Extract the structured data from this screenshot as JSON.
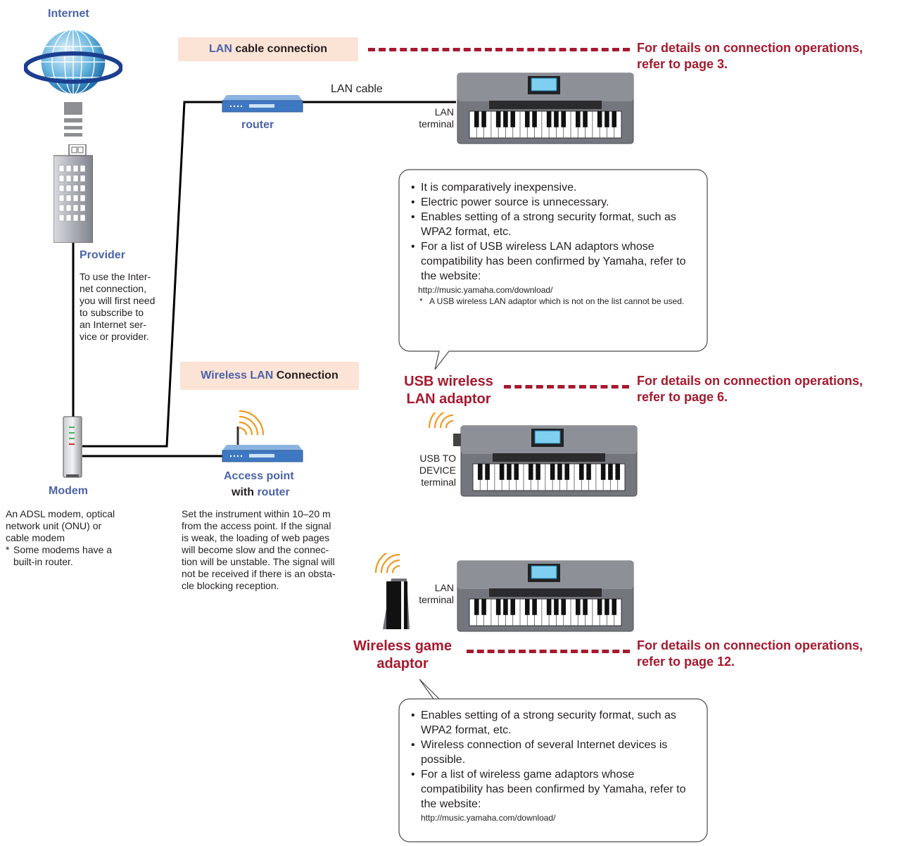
{
  "internet": {
    "label": "Internet"
  },
  "provider": {
    "label": "Provider",
    "text": [
      "To use the Inter-",
      "net connection,",
      "you will first need",
      "to subscribe to",
      "an Internet ser-",
      "vice or provider."
    ]
  },
  "modem": {
    "label": "Modem",
    "text": [
      "An ADSL modem, optical",
      "network unit (ONU) or",
      "cable modem"
    ],
    "note": [
      "Some modems have a",
      "built-in router."
    ]
  },
  "lan_section": {
    "tag_part1": "LAN",
    "tag_part2": " cable connection",
    "details": [
      "For details on connection operations,",
      "refer to page 3."
    ],
    "router_label": "router",
    "cable_label": "LAN cable",
    "terminal_label": [
      "LAN",
      "terminal"
    ],
    "bubble": {
      "items": [
        "It is comparatively inexpensive.",
        "Electric power source is unnecessary.",
        "Enables setting of a strong security format, such as WPA2 format, etc.",
        "For a list of USB wireless LAN adaptors whose compatibility has been confirmed by Yamaha, refer to the website:"
      ],
      "url": "http://music.yamaha.com/download/",
      "note": "A USB wireless LAN adaptor which is not on the list cannot be used."
    }
  },
  "wireless_section": {
    "tag_part1": "Wireless LAN",
    "tag_part2": " Connection",
    "ap_label": "Access point",
    "ap_with": "with ",
    "ap_router": "router",
    "ap_text": [
      "Set the instrument within 10–20 m",
      "from the access point. If the signal",
      "is weak, the loading of web pages",
      "will become slow and the connec-",
      "tion will be unstable. The signal will",
      "not be received if there is an obsta-",
      "cle blocking reception."
    ]
  },
  "usb_section": {
    "label": [
      "USB wireless",
      "LAN adaptor"
    ],
    "details": [
      "For details on connection operations,",
      "refer to page 6."
    ],
    "terminal_label": [
      "USB TO",
      "DEVICE",
      "terminal"
    ]
  },
  "game_section": {
    "label": [
      "Wireless game",
      "adaptor"
    ],
    "details": [
      "For details on connection operations,",
      "refer to page 12."
    ],
    "terminal_label": [
      "LAN",
      "terminal"
    ],
    "bubble": {
      "items": [
        "Enables setting of a strong security format, such as WPA2 format, etc.",
        "Wireless connection of several Internet devices is possible.",
        "For a list of wireless game adaptors whose compatibility has been confirmed by Yamaha, refer to the website:"
      ],
      "url": "http://music.yamaha.com/download/"
    }
  },
  "colors": {
    "accent_blue": "#4a64a8",
    "accent_red": "#a6192e",
    "tag_bg": "#fbe3d6",
    "keyboard_body": "#74767d"
  },
  "icons": [
    "globe-icon",
    "building-icon",
    "modem-icon",
    "router-icon",
    "access-point-icon",
    "keyboard-icon",
    "usb-adaptor-icon",
    "game-adaptor-icon",
    "wifi-waves-icon"
  ]
}
